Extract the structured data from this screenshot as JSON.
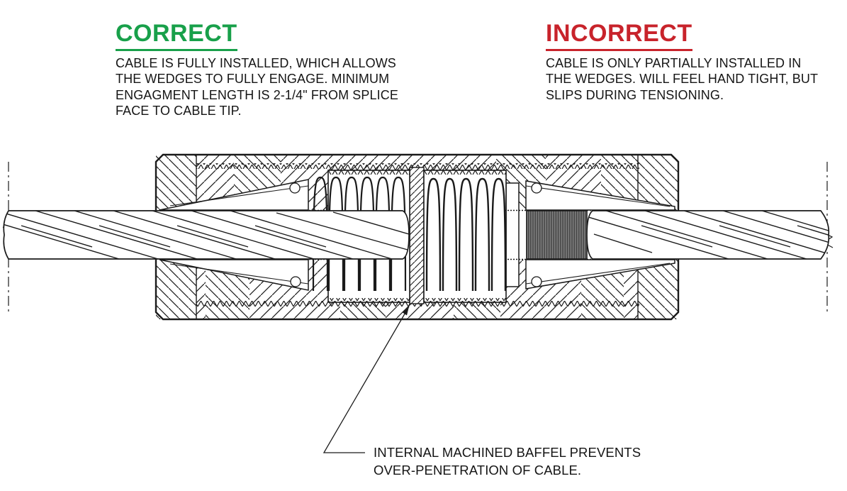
{
  "correct_section": {
    "title": "CORRECT",
    "title_color": "#18A04A",
    "description_lines": [
      "CABLE IS FULLY INSTALLED, WHICH ALLOWS",
      "THE WEDGES TO FULLY ENGAGE. MINIMUM",
      "ENGAGMENT LENGTH IS 2-1/4\" FROM SPLICE",
      "FACE TO CABLE TIP."
    ]
  },
  "incorrect_section": {
    "title": "INCORRECT",
    "title_color": "#C8232B",
    "description_lines": [
      "CABLE IS ONLY PARTIALLY INSTALLED IN",
      "THE WEDGES. WILL FEEL HAND TIGHT, BUT",
      "SLIPS DURING TENSIONING."
    ]
  },
  "callout": {
    "lines": [
      "INTERNAL MACHINED BAFFEL PREVENTS",
      "OVER-PENETRATION OF CABLE."
    ]
  },
  "diagram": {
    "subject": "cable splice wedge cross-section",
    "line_color": "#1a1a1a",
    "knurl_fill": "#9a9a9a"
  }
}
